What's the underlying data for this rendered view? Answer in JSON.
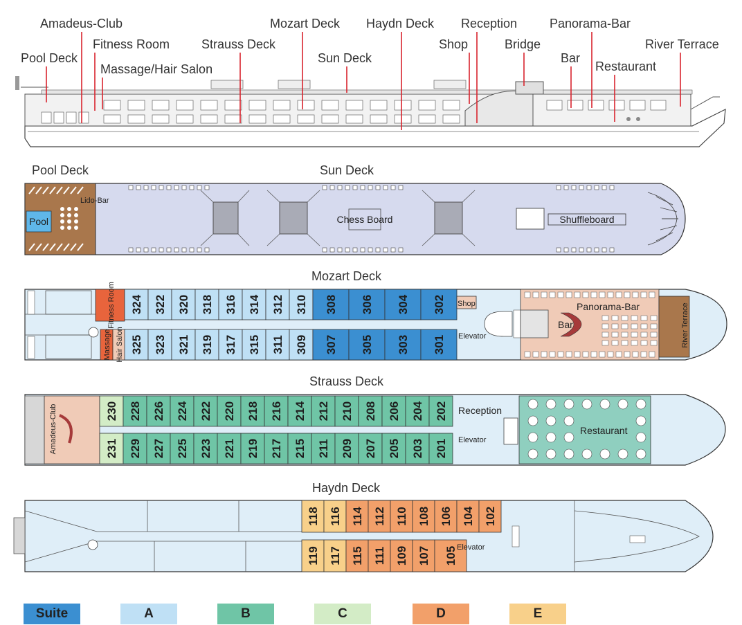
{
  "profile_labels": {
    "amadeus_club": "Amadeus-Club",
    "fitness_room": "Fitness Room",
    "pool_deck": "Pool Deck",
    "massage_hair_salon": "Massage/Hair Salon",
    "strauss_deck": "Strauss Deck",
    "mozart_deck": "Mozart Deck",
    "sun_deck": "Sun Deck",
    "haydn_deck": "Haydn Deck",
    "reception": "Reception",
    "shop": "Shop",
    "bridge": "Bridge",
    "panorama_bar": "Panorama-Bar",
    "bar": "Bar",
    "restaurant": "Restaurant",
    "river_terrace": "River Terrace"
  },
  "sun_deck": {
    "left_title": "Pool Deck",
    "title": "Sun Deck",
    "lido_bar": "Lido-Bar",
    "pool": "Pool",
    "chess_board": "Chess Board",
    "shuffleboard": "Shuffleboard"
  },
  "mozart_deck": {
    "title": "Mozart Deck",
    "fitness_room": "Fitness Room",
    "massage": "Massage",
    "hair_salon": "Hair Salon",
    "shop": "Shop",
    "elevator": "Elevator",
    "panorama_bar": "Panorama-Bar",
    "bar": "Bar",
    "river_terrace": "River Terrace",
    "top_cabins": [
      "324",
      "322",
      "320",
      "318",
      "316",
      "314",
      "312",
      "310",
      "308",
      "306",
      "304",
      "302"
    ],
    "bottom_cabins": [
      "325",
      "323",
      "321",
      "319",
      "317",
      "315",
      "311",
      "309",
      "307",
      "305",
      "303",
      "301"
    ]
  },
  "strauss_deck": {
    "title": "Strauss Deck",
    "amadeus_club": "Amadeus-Club",
    "reception": "Reception",
    "elevator": "Elevator",
    "restaurant": "Restaurant",
    "top_cabins": [
      "230",
      "228",
      "226",
      "224",
      "222",
      "220",
      "218",
      "216",
      "214",
      "212",
      "210",
      "208",
      "206",
      "204",
      "202"
    ],
    "bottom_cabins": [
      "231",
      "229",
      "227",
      "225",
      "223",
      "221",
      "219",
      "217",
      "215",
      "211",
      "209",
      "207",
      "205",
      "203",
      "201"
    ]
  },
  "haydn_deck": {
    "title": "Haydn Deck",
    "elevator": "Elevator",
    "top_cabins": [
      "118",
      "116",
      "114",
      "112",
      "110",
      "108",
      "106",
      "104",
      "102"
    ],
    "bottom_cabins": [
      "119",
      "117",
      "115",
      "111",
      "109",
      "107",
      "105"
    ]
  },
  "legend": [
    {
      "label": "Suite",
      "color": "#3b8fd1"
    },
    {
      "label": "A",
      "color": "#bfe0f5"
    },
    {
      "label": "B",
      "color": "#6fc5a6"
    },
    {
      "label": "C",
      "color": "#d3ecc6"
    },
    {
      "label": "D",
      "color": "#f2a06a"
    },
    {
      "label": "E",
      "color": "#f8d08a"
    }
  ],
  "colors": {
    "suite": "#3b8fd1",
    "cat_a": "#bfe0f5",
    "cat_b": "#6fc5a6",
    "cat_c": "#d3ecc6",
    "cat_d": "#f2a06a",
    "cat_e": "#f8d08a",
    "hull": "#dfeef8",
    "sun_deck": "#d6daee",
    "public_salmon": "#f0cbb7",
    "public_green": "#8fcfbf",
    "wood": "#a9774c",
    "marker_red": "#d9232d"
  }
}
